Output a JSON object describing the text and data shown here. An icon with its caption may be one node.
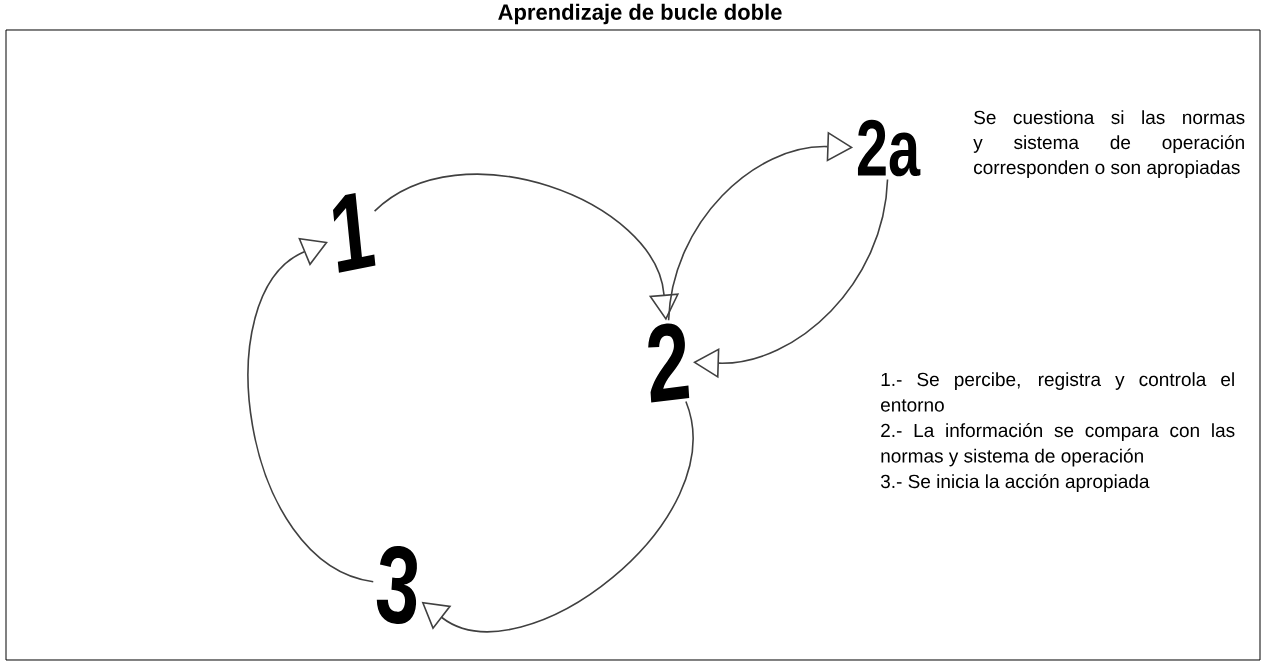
{
  "diagram": {
    "title": "Aprendizaje de bucle doble",
    "nodes": [
      {
        "text": [
          "1"
        ]
      },
      {
        "text": [
          "2"
        ]
      },
      {
        "text": [
          "3"
        ]
      },
      {
        "text": [
          "2a"
        ],
        "beside": [
          "Se cuestiona si las normas y sistema de operación corresponden o son apropiadas"
        ]
      }
    ],
    "edges": [
      {
        "from": 0,
        "to": 1,
        "arrow": "to"
      },
      {
        "from": 1,
        "to": 2,
        "arrow": "to"
      },
      {
        "from": 2,
        "to": 0,
        "arrow": "to"
      },
      {
        "from": 1,
        "to": 3,
        "arrow": "to"
      },
      {
        "from": 3,
        "to": 1,
        "arrow": "to"
      }
    ],
    "labels": [
      "1.- Se percibe, registra y controla el entorno",
      "2.- La información se compara con las normas y sistema de operación",
      "3.- Se inicia la acción apropiada"
    ]
  }
}
